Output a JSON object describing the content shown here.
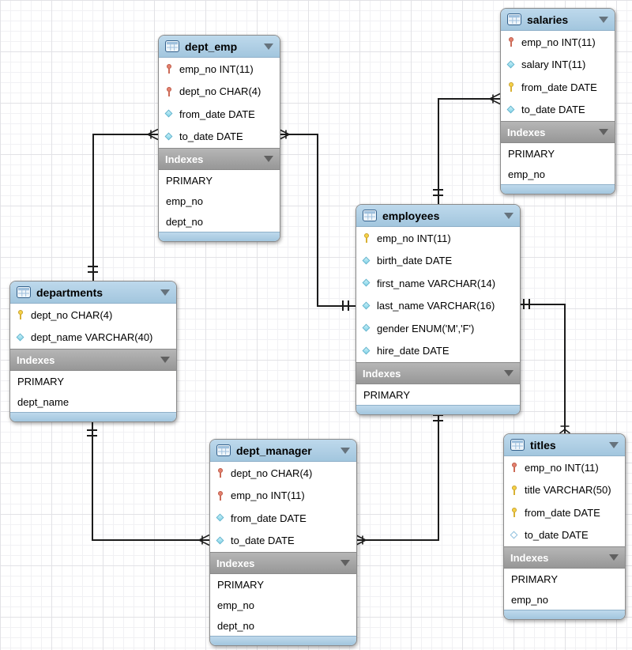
{
  "diagram": {
    "tables": [
      {
        "title": "dept_emp",
        "columns": [
          {
            "text": "emp_no INT(11)",
            "icon": "key-red"
          },
          {
            "text": "dept_no CHAR(4)",
            "icon": "key-red"
          },
          {
            "text": "from_date DATE",
            "icon": "diamond-filled"
          },
          {
            "text": "to_date DATE",
            "icon": "diamond-filled"
          }
        ],
        "indexes_label": "Indexes",
        "indexes": [
          "PRIMARY",
          "emp_no",
          "dept_no"
        ]
      },
      {
        "title": "salaries",
        "columns": [
          {
            "text": "emp_no INT(11)",
            "icon": "key-red"
          },
          {
            "text": "salary INT(11)",
            "icon": "diamond-filled"
          },
          {
            "text": "from_date DATE",
            "icon": "key-yellow"
          },
          {
            "text": "to_date DATE",
            "icon": "diamond-filled"
          }
        ],
        "indexes_label": "Indexes",
        "indexes": [
          "PRIMARY",
          "emp_no"
        ]
      },
      {
        "title": "employees",
        "columns": [
          {
            "text": "emp_no INT(11)",
            "icon": "key-yellow"
          },
          {
            "text": "birth_date DATE",
            "icon": "diamond-filled"
          },
          {
            "text": "first_name VARCHAR(14)",
            "icon": "diamond-filled"
          },
          {
            "text": "last_name VARCHAR(16)",
            "icon": "diamond-filled"
          },
          {
            "text": "gender ENUM('M','F')",
            "icon": "diamond-filled"
          },
          {
            "text": "hire_date DATE",
            "icon": "diamond-filled"
          }
        ],
        "indexes_label": "Indexes",
        "indexes": [
          "PRIMARY"
        ]
      },
      {
        "title": "departments",
        "columns": [
          {
            "text": "dept_no CHAR(4)",
            "icon": "key-yellow"
          },
          {
            "text": "dept_name VARCHAR(40)",
            "icon": "diamond-filled"
          }
        ],
        "indexes_label": "Indexes",
        "indexes": [
          "PRIMARY",
          "dept_name"
        ]
      },
      {
        "title": "dept_manager",
        "columns": [
          {
            "text": "dept_no CHAR(4)",
            "icon": "key-red"
          },
          {
            "text": "emp_no INT(11)",
            "icon": "key-red"
          },
          {
            "text": "from_date DATE",
            "icon": "diamond-filled"
          },
          {
            "text": "to_date DATE",
            "icon": "diamond-filled"
          }
        ],
        "indexes_label": "Indexes",
        "indexes": [
          "PRIMARY",
          "emp_no",
          "dept_no"
        ]
      },
      {
        "title": "titles",
        "columns": [
          {
            "text": "emp_no INT(11)",
            "icon": "key-red"
          },
          {
            "text": "title VARCHAR(50)",
            "icon": "key-yellow"
          },
          {
            "text": "from_date DATE",
            "icon": "key-yellow"
          },
          {
            "text": "to_date DATE",
            "icon": "diamond-hollow"
          }
        ],
        "indexes_label": "Indexes",
        "indexes": [
          "PRIMARY",
          "emp_no"
        ]
      }
    ],
    "relationships": [
      {
        "from_table": "dept_emp",
        "to_table": "departments",
        "from_end": "many-mandatory",
        "to_end": "one-mandatory"
      },
      {
        "from_table": "dept_emp",
        "to_table": "employees",
        "from_end": "many-mandatory",
        "to_end": "one-mandatory"
      },
      {
        "from_table": "salaries",
        "to_table": "employees",
        "from_end": "many-mandatory",
        "to_end": "one-mandatory"
      },
      {
        "from_table": "titles",
        "to_table": "employees",
        "from_end": "many-mandatory",
        "to_end": "one-mandatory"
      },
      {
        "from_table": "dept_manager",
        "to_table": "employees",
        "from_end": "many-mandatory",
        "to_end": "one-mandatory"
      },
      {
        "from_table": "dept_manager",
        "to_table": "departments",
        "from_end": "many-mandatory",
        "to_end": "one-mandatory"
      }
    ],
    "colors": {
      "table_header_blue": "#a9cbe2",
      "indexes_bar_gray": "#9e9e9e",
      "wire_black": "#1c1c1c",
      "primary_key_yellow": "#f6d247",
      "foreign_key_red": "#e4816f",
      "column_diamond_cyan": "#7fd3e8",
      "grid_line": "#e2e2e6"
    }
  }
}
